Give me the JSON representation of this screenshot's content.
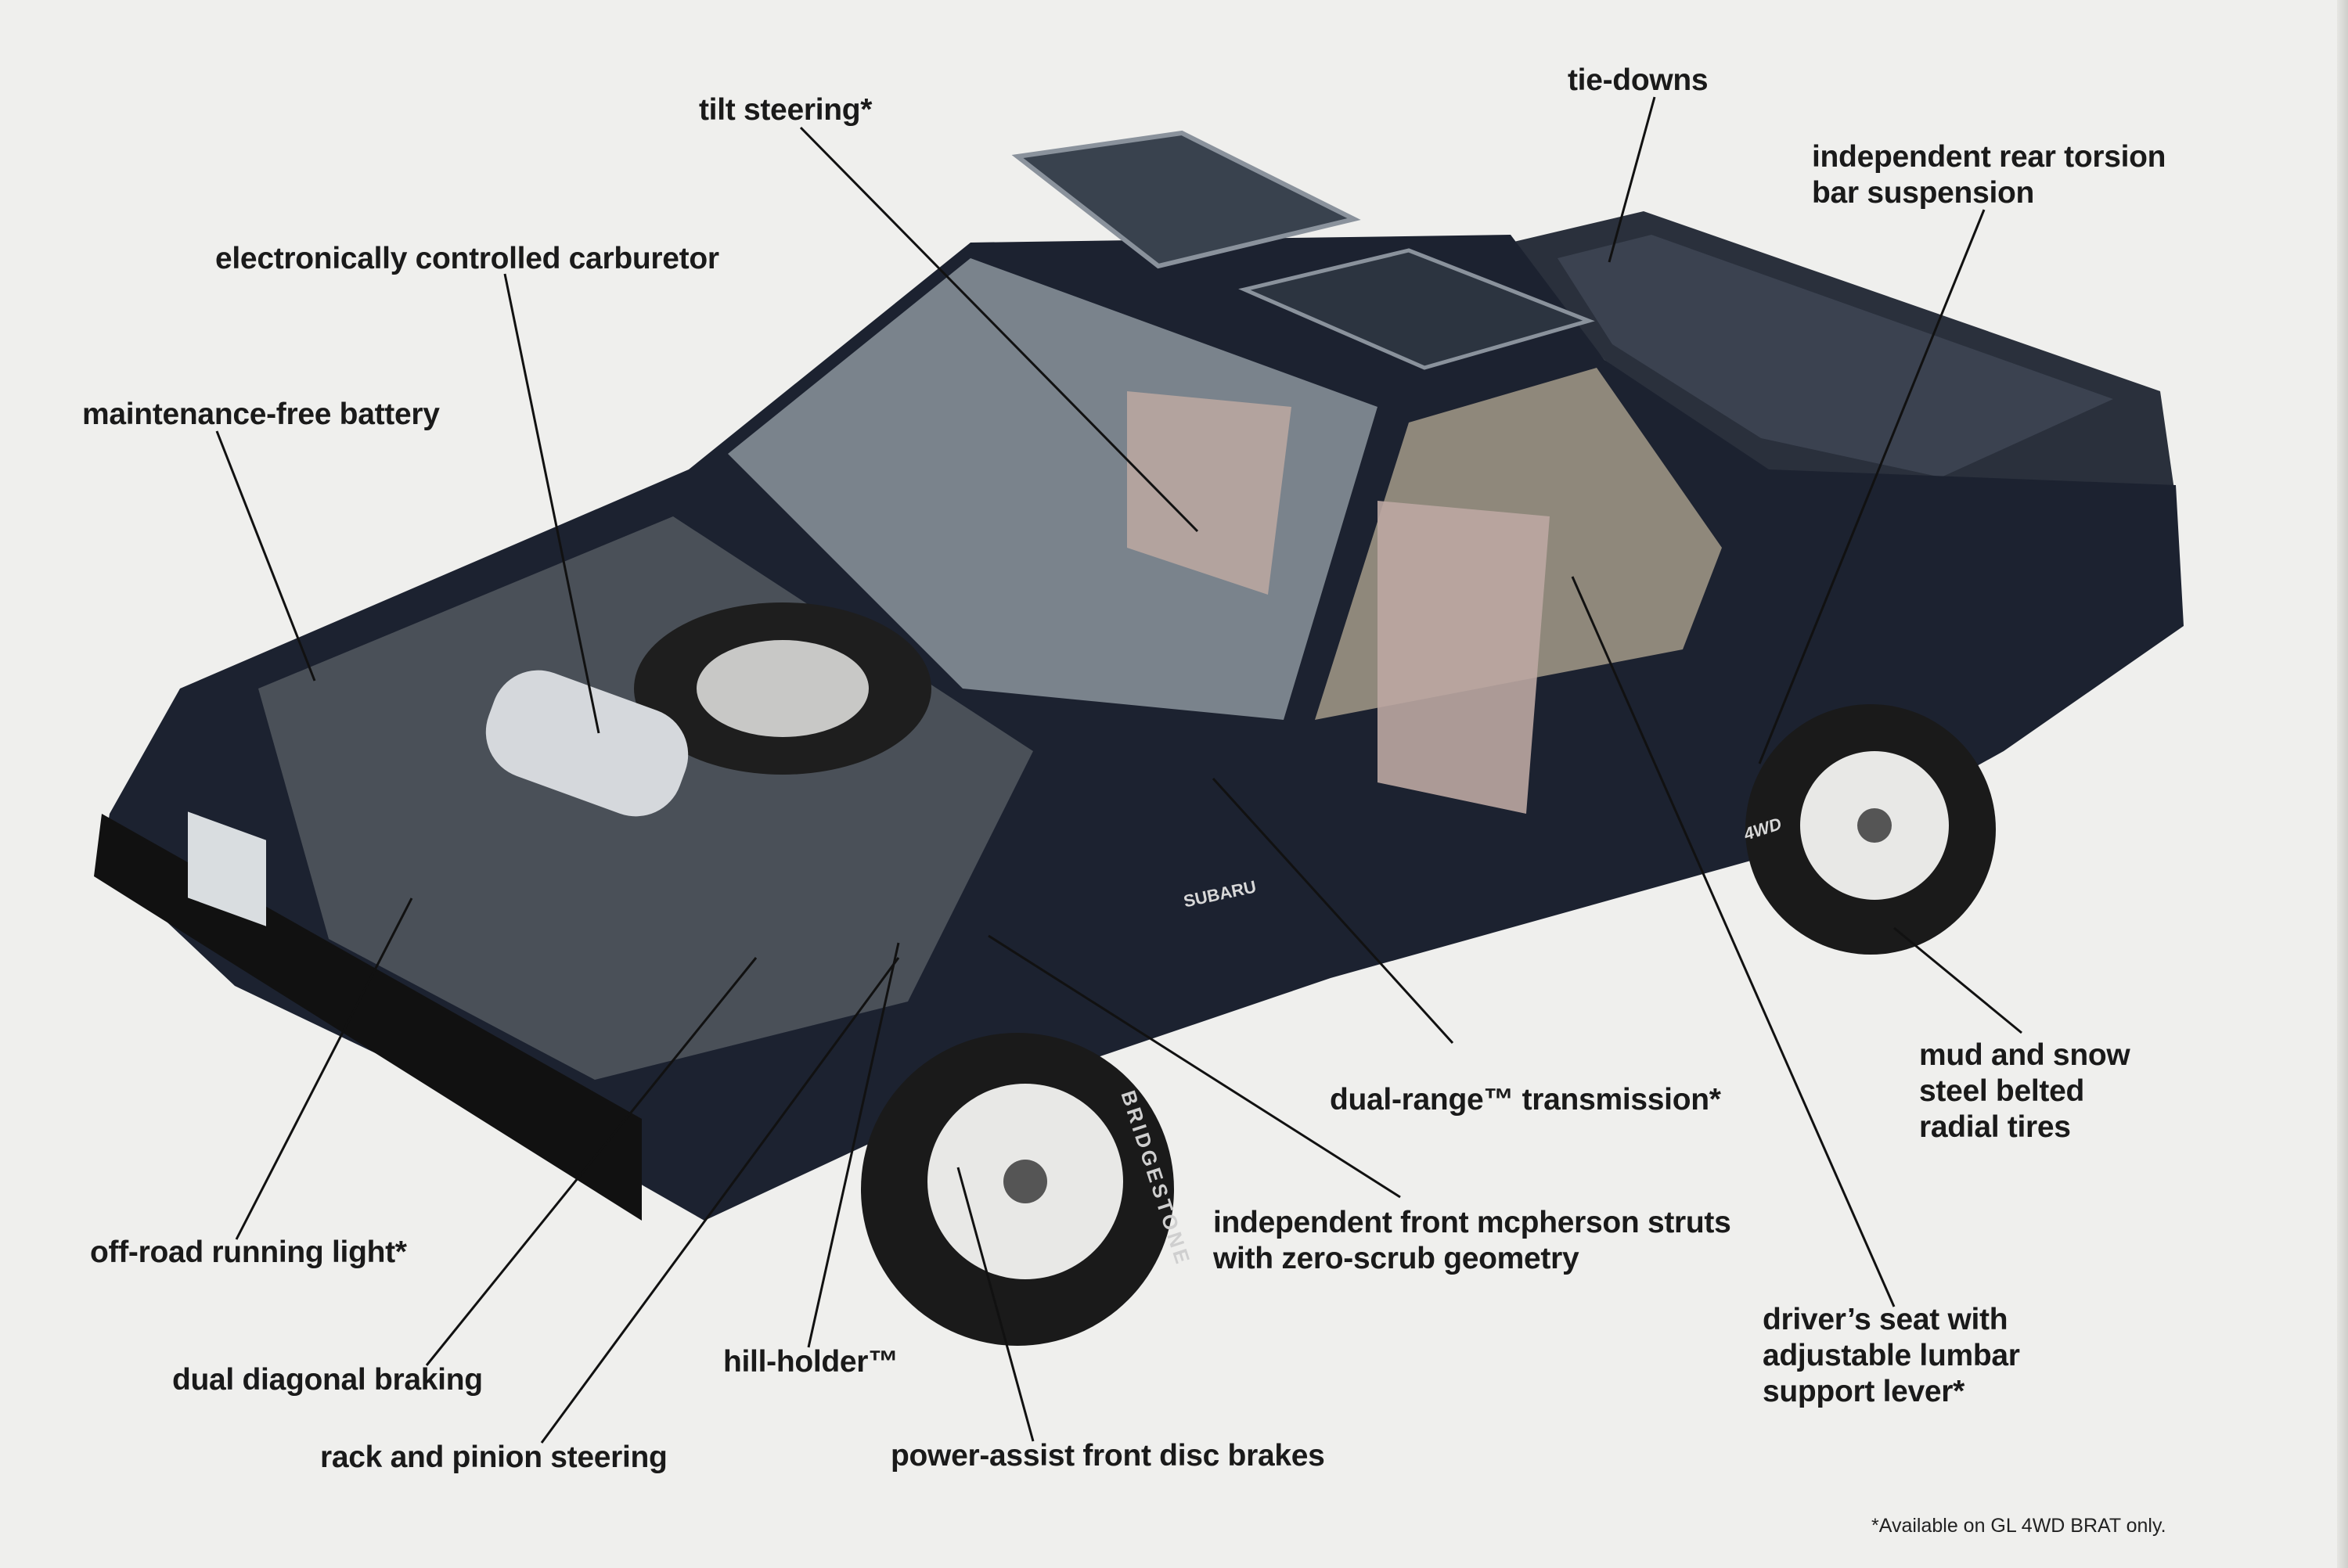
{
  "labels": {
    "tilt_steering": "tilt steering*",
    "tie_downs": "tie-downs",
    "rear_suspension": [
      "independent rear torsion",
      "bar suspension"
    ],
    "carburetor": "electronically controlled carburetor",
    "battery": "maintenance-free battery",
    "tires": [
      "mud and snow",
      "steel belted",
      "radial tires"
    ],
    "transmission": "dual-range™ transmission*",
    "front_struts": [
      "independent front mcpherson struts",
      "with zero-scrub geometry"
    ],
    "drivers_seat": [
      "driver’s seat with",
      "adjustable lumbar",
      "support lever*"
    ],
    "running_light": "off-road running light*",
    "braking": "dual diagonal braking",
    "steering": "rack and pinion steering",
    "hill_holder": "hill-holder™",
    "disc_brakes": "power-assist front disc brakes"
  },
  "footnote": "*Available on GL 4WD BRAT only.",
  "illustration_marks": {
    "badge": "SUBARU",
    "tire_brand": "BRIDGESTONE",
    "drive": "4WD"
  },
  "colors": {
    "paper": "#efefed",
    "body": "#1c2230",
    "text": "#1a1a1a"
  }
}
